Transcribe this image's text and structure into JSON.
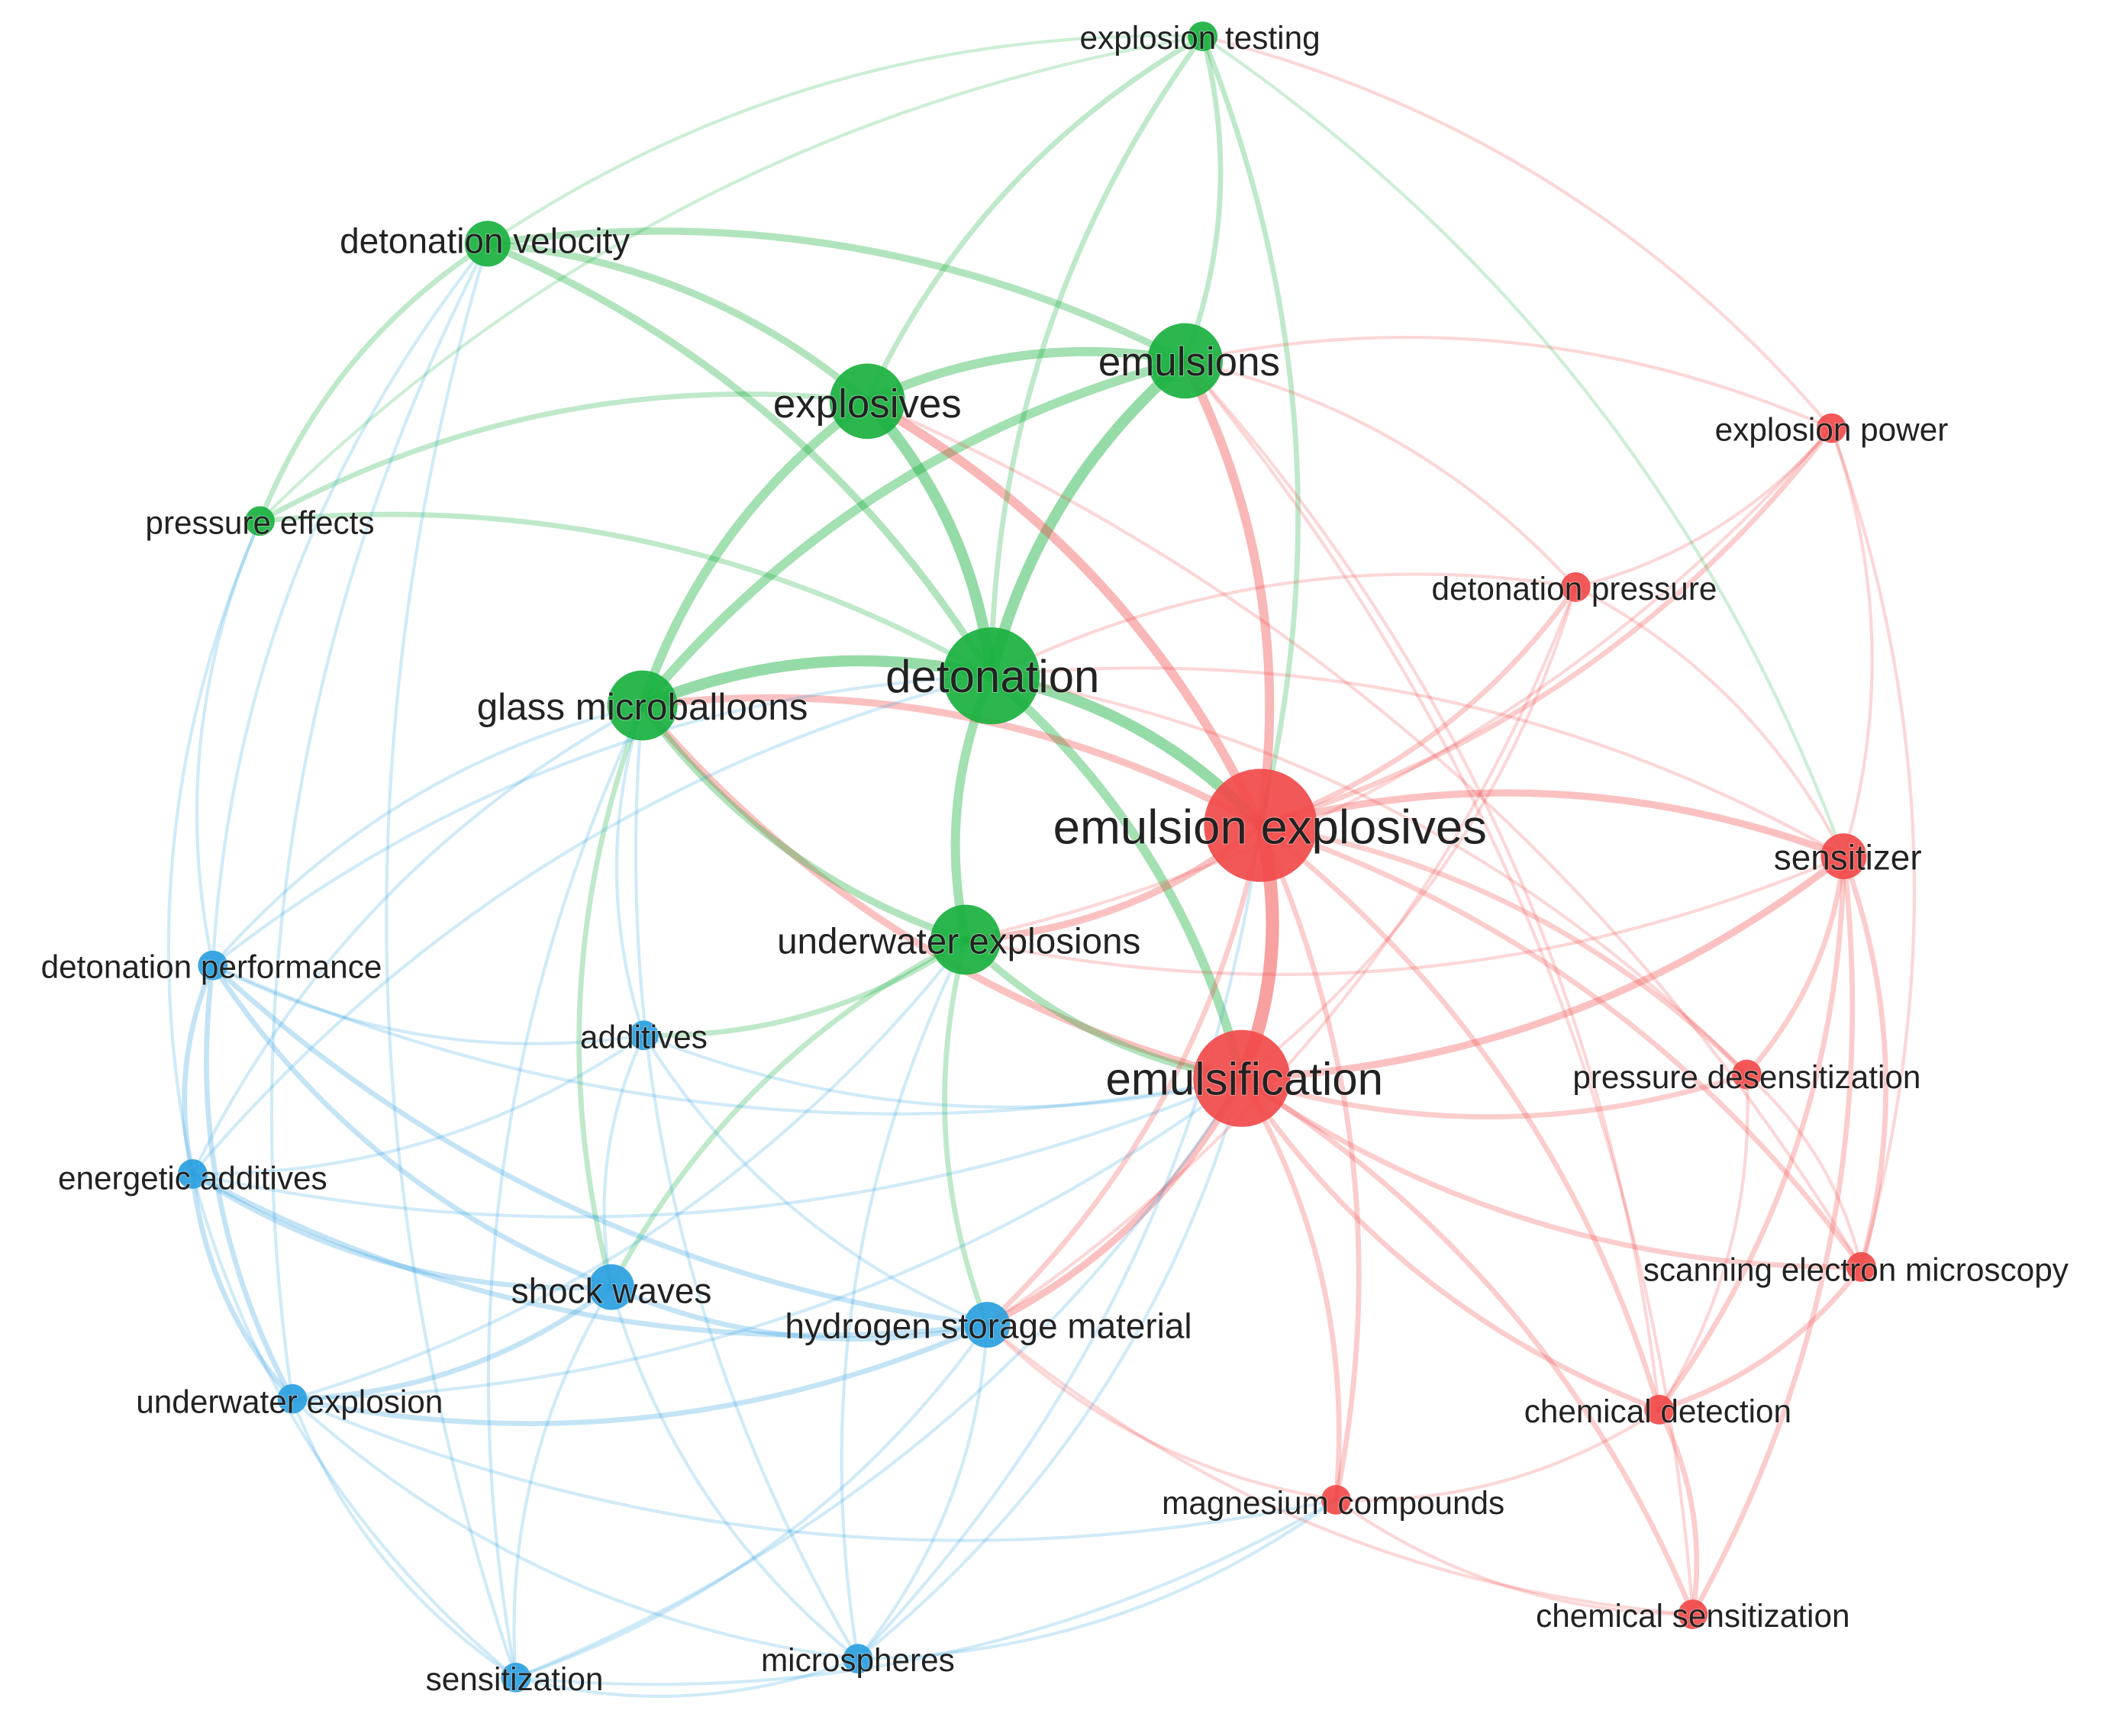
{
  "colors": {
    "cluster_green": "#19b13f",
    "cluster_red": "#f24a4a",
    "cluster_blue": "#2a9fe0",
    "label": "#222222",
    "background": "#ffffff"
  },
  "nodes": [
    {
      "id": "explosion_testing",
      "label": "explosion testing",
      "cluster": "green",
      "weight": 1
    },
    {
      "id": "detonation_velocity",
      "label": "detonation velocity",
      "cluster": "green",
      "weight": 2
    },
    {
      "id": "emulsions",
      "label": "emulsions",
      "cluster": "green",
      "weight": 4
    },
    {
      "id": "explosives",
      "label": "explosives",
      "cluster": "green",
      "weight": 4
    },
    {
      "id": "pressure_effects",
      "label": "pressure effects",
      "cluster": "green",
      "weight": 1
    },
    {
      "id": "detonation",
      "label": "detonation",
      "cluster": "green",
      "weight": 6
    },
    {
      "id": "glass_microballoons",
      "label": "glass microballoons",
      "cluster": "green",
      "weight": 3
    },
    {
      "id": "underwater_explosions",
      "label": "underwater explosions",
      "cluster": "green",
      "weight": 3
    },
    {
      "id": "explosion_power",
      "label": "explosion power",
      "cluster": "red",
      "weight": 1
    },
    {
      "id": "detonation_pressure",
      "label": "detonation pressure",
      "cluster": "red",
      "weight": 1
    },
    {
      "id": "emulsion_explosives",
      "label": "emulsion explosives",
      "cluster": "red",
      "weight": 8
    },
    {
      "id": "sensitizer",
      "label": "sensitizer",
      "cluster": "red",
      "weight": 2
    },
    {
      "id": "emulsification",
      "label": "emulsification",
      "cluster": "red",
      "weight": 6
    },
    {
      "id": "pressure_desensitization",
      "label": "pressure desensitization",
      "cluster": "red",
      "weight": 1
    },
    {
      "id": "scanning_electron_microscopy",
      "label": "scanning electron microscopy",
      "cluster": "red",
      "weight": 1
    },
    {
      "id": "chemical_detection",
      "label": "chemical detection",
      "cluster": "red",
      "weight": 1
    },
    {
      "id": "magnesium_compounds",
      "label": "magnesium compounds",
      "cluster": "red",
      "weight": 1
    },
    {
      "id": "chemical_sensitization",
      "label": "chemical sensitization",
      "cluster": "red",
      "weight": 1
    },
    {
      "id": "detonation_performance",
      "label": "detonation performance",
      "cluster": "blue",
      "weight": 1
    },
    {
      "id": "additives",
      "label": "additives",
      "cluster": "blue",
      "weight": 1
    },
    {
      "id": "energetic_additives",
      "label": "energetic additives",
      "cluster": "blue",
      "weight": 1
    },
    {
      "id": "shock_waves",
      "label": "shock waves",
      "cluster": "blue",
      "weight": 2
    },
    {
      "id": "hydrogen_storage_material",
      "label": "hydrogen storage material",
      "cluster": "blue",
      "weight": 2
    },
    {
      "id": "underwater_explosion",
      "label": "underwater explosion",
      "cluster": "blue",
      "weight": 1
    },
    {
      "id": "sensitization",
      "label": "sensitization",
      "cluster": "blue",
      "weight": 1
    },
    {
      "id": "microspheres",
      "label": "microspheres",
      "cluster": "blue",
      "weight": 1
    }
  ],
  "edges": [
    [
      "detonation",
      "emulsions",
      5
    ],
    [
      "detonation",
      "explosives",
      5
    ],
    [
      "detonation",
      "glass_microballoons",
      5
    ],
    [
      "detonation",
      "emulsion_explosives",
      5
    ],
    [
      "detonation",
      "emulsification",
      4
    ],
    [
      "detonation",
      "underwater_explosions",
      4
    ],
    [
      "explosives",
      "emulsions",
      4
    ],
    [
      "explosives",
      "glass_microballoons",
      4
    ],
    [
      "emulsions",
      "glass_microballoons",
      4
    ],
    [
      "emulsion_explosives",
      "emulsification",
      6
    ],
    [
      "emulsion_explosives",
      "emulsions",
      4
    ],
    [
      "emulsion_explosives",
      "explosives",
      4
    ],
    [
      "emulsion_explosives",
      "glass_microballoons",
      3
    ],
    [
      "emulsion_explosives",
      "sensitizer",
      3
    ],
    [
      "emulsification",
      "sensitizer",
      3
    ],
    [
      "emulsification",
      "glass_microballoons",
      3
    ],
    [
      "emulsion_explosives",
      "underwater_explosions",
      3
    ],
    [
      "detonation_velocity",
      "emulsions",
      3
    ],
    [
      "detonation_velocity",
      "explosives",
      3
    ],
    [
      "detonation_velocity",
      "detonation",
      3
    ],
    [
      "explosion_testing",
      "emulsions",
      2
    ],
    [
      "explosion_testing",
      "explosives",
      2
    ],
    [
      "explosion_testing",
      "detonation",
      2
    ],
    [
      "explosion_testing",
      "emulsion_explosives",
      2
    ],
    [
      "explosion_testing",
      "detonation_velocity",
      1
    ],
    [
      "pressure_effects",
      "detonation_velocity",
      2
    ],
    [
      "pressure_effects",
      "explosives",
      2
    ],
    [
      "pressure_effects",
      "detonation",
      2
    ],
    [
      "glass_microballoons",
      "underwater_explosions",
      3
    ],
    [
      "glass_microballoons",
      "shock_waves",
      2
    ],
    [
      "underwater_explosions",
      "emulsification",
      3
    ],
    [
      "underwater_explosions",
      "shock_waves",
      2
    ],
    [
      "underwater_explosions",
      "hydrogen_storage_material",
      2
    ],
    [
      "underwater_explosions",
      "additives",
      2
    ],
    [
      "emulsification",
      "hydrogen_storage_material",
      3
    ],
    [
      "emulsification",
      "magnesium_compounds",
      2
    ],
    [
      "emulsification",
      "chemical_detection",
      2
    ],
    [
      "emulsification",
      "pressure_desensitization",
      2
    ],
    [
      "emulsification",
      "scanning_electron_microscopy",
      2
    ],
    [
      "emulsification",
      "chemical_sensitization",
      2
    ],
    [
      "emulsion_explosives",
      "explosion_power",
      2
    ],
    [
      "emulsion_explosives",
      "detonation_pressure",
      2
    ],
    [
      "emulsion_explosives",
      "pressure_desensitization",
      2
    ],
    [
      "emulsion_explosives",
      "scanning_electron_microscopy",
      2
    ],
    [
      "emulsion_explosives",
      "chemical_detection",
      2
    ],
    [
      "emulsion_explosives",
      "magnesium_compounds",
      2
    ],
    [
      "emulsion_explosives",
      "hydrogen_storage_material",
      2
    ],
    [
      "sensitizer",
      "pressure_desensitization",
      2
    ],
    [
      "sensitizer",
      "scanning_electron_microscopy",
      2
    ],
    [
      "sensitizer",
      "chemical_detection",
      2
    ],
    [
      "sensitizer",
      "chemical_sensitization",
      2
    ],
    [
      "sensitizer",
      "explosion_power",
      1
    ],
    [
      "sensitizer",
      "detonation_pressure",
      1
    ],
    [
      "chemical_detection",
      "chemical_sensitization",
      2
    ],
    [
      "chemical_detection",
      "scanning_electron_microscopy",
      2
    ],
    [
      "magnesium_compounds",
      "chemical_sensitization",
      1
    ],
    [
      "magnesium_compounds",
      "chemical_detection",
      1
    ],
    [
      "pressure_desensitization",
      "scanning_electron_microscopy",
      1
    ],
    [
      "pressure_desensitization",
      "chemical_detection",
      1
    ],
    [
      "detonation_pressure",
      "emulsification",
      1
    ],
    [
      "detonation_pressure",
      "explosion_power",
      1
    ],
    [
      "explosion_power",
      "scanning_electron_microscopy",
      1
    ],
    [
      "explosion_power",
      "emulsions",
      1
    ],
    [
      "detonation_pressure",
      "emulsions",
      1
    ],
    [
      "detonation_pressure",
      "detonation",
      1
    ],
    [
      "shock_waves",
      "hydrogen_storage_material",
      2
    ],
    [
      "shock_waves",
      "energetic_additives",
      2
    ],
    [
      "shock_waves",
      "underwater_explosion",
      2
    ],
    [
      "shock_waves",
      "detonation_performance",
      2
    ],
    [
      "shock_waves",
      "sensitization",
      1
    ],
    [
      "shock_waves",
      "microspheres",
      1
    ],
    [
      "shock_waves",
      "additives",
      1
    ],
    [
      "hydrogen_storage_material",
      "energetic_additives",
      2
    ],
    [
      "hydrogen_storage_material",
      "underwater_explosion",
      2
    ],
    [
      "hydrogen_storage_material",
      "detonation_performance",
      2
    ],
    [
      "hydrogen_storage_material",
      "microspheres",
      1
    ],
    [
      "hydrogen_storage_material",
      "sensitization",
      1
    ],
    [
      "hydrogen_storage_material",
      "additives",
      1
    ],
    [
      "energetic_additives",
      "detonation_performance",
      2
    ],
    [
      "energetic_additives",
      "underwater_explosion",
      2
    ],
    [
      "energetic_additives",
      "additives",
      1
    ],
    [
      "energetic_additives",
      "sensitization",
      1
    ],
    [
      "detonation_performance",
      "underwater_explosion",
      2
    ],
    [
      "detonation_performance",
      "additives",
      1
    ],
    [
      "underwater_explosion",
      "sensitization",
      1
    ],
    [
      "underwater_explosion",
      "microspheres",
      1
    ],
    [
      "sensitization",
      "microspheres",
      1
    ],
    [
      "microspheres",
      "emulsification",
      1
    ],
    [
      "sensitization",
      "emulsification",
      1
    ],
    [
      "additives",
      "emulsification",
      1
    ],
    [
      "energetic_additives",
      "emulsification",
      1
    ],
    [
      "detonation_performance",
      "emulsification",
      1
    ],
    [
      "underwater_explosion",
      "emulsification",
      1
    ],
    [
      "detonation_performance",
      "glass_microballoons",
      1
    ],
    [
      "energetic_additives",
      "glass_microballoons",
      1
    ],
    [
      "detonation_performance",
      "detonation",
      1
    ],
    [
      "energetic_additives",
      "detonation",
      1
    ],
    [
      "detonation_performance",
      "pressure_effects",
      1
    ],
    [
      "energetic_additives",
      "pressure_effects",
      1
    ],
    [
      "underwater_explosion",
      "detonation_velocity",
      1
    ],
    [
      "detonation_performance",
      "detonation_velocity",
      1
    ],
    [
      "sensitization",
      "glass_microballoons",
      1
    ],
    [
      "microspheres",
      "glass_microballoons",
      1
    ],
    [
      "underwater_explosion",
      "underwater_explosions",
      1
    ],
    [
      "microspheres",
      "underwater_explosions",
      1
    ],
    [
      "sensitization",
      "detonation_velocity",
      1
    ],
    [
      "additives",
      "glass_microballoons",
      1
    ],
    [
      "microspheres",
      "magnesium_compounds",
      1
    ],
    [
      "sensitization",
      "magnesium_compounds",
      1
    ],
    [
      "underwater_explosion",
      "magnesium_compounds",
      1
    ],
    [
      "microspheres",
      "emulsion_explosives",
      1
    ],
    [
      "chemical_sensitization",
      "emulsions",
      1
    ],
    [
      "chemical_detection",
      "emulsions",
      1
    ],
    [
      "scanning_electron_microscopy",
      "explosives",
      1
    ],
    [
      "pressure_desensitization",
      "detonation",
      1
    ],
    [
      "sensitizer",
      "detonation",
      1
    ],
    [
      "sensitizer",
      "underwater_explosions",
      1
    ],
    [
      "detonation_pressure",
      "hydrogen_storage_material",
      1
    ],
    [
      "explosion_power",
      "underwater_explosions",
      1
    ],
    [
      "explosion_power",
      "explosion_testing",
      1
    ],
    [
      "magnesium_compounds",
      "hydrogen_storage_material",
      1
    ],
    [
      "chemical_sensitization",
      "hydrogen_storage_material",
      1
    ],
    [
      "explosion_testing",
      "pressure_effects",
      1
    ],
    [
      "explosion_testing",
      "sensitizer",
      1
    ]
  ]
}
